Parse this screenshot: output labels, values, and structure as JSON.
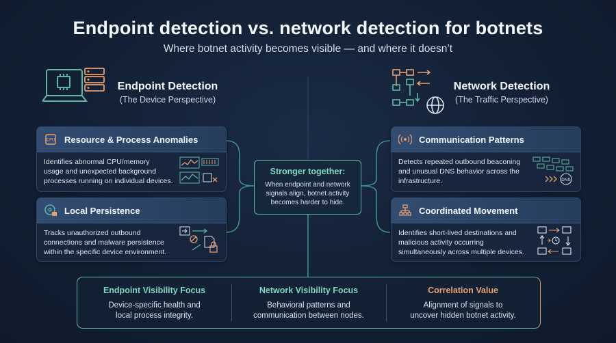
{
  "header": {
    "title": "Endpoint detection vs. network detection for botnets",
    "subtitle": "Where botnet activity becomes visible — and where it doesn’t"
  },
  "endpoint": {
    "title": "Endpoint Detection",
    "subtitle": "(The Device Perspective)",
    "cards": [
      {
        "icon": "cpu-icon",
        "icon_text": "CPU",
        "title": "Resource & Process Anomalies",
        "lines": [
          "Identifies abnormal CPU/memory",
          "usage and unexpected background",
          "processes running on individual devices."
        ]
      },
      {
        "icon": "disk-lock-icon",
        "title": "Local Persistence",
        "lines": [
          "Tracks unauthorized outbound",
          "connections and malware persistence",
          "within the specific device environment."
        ]
      }
    ]
  },
  "network": {
    "title": "Network Detection",
    "subtitle": "(The Traffic Perspective)",
    "cards": [
      {
        "icon": "signal-icon",
        "title": "Communication Patterns",
        "lines": [
          "Detects repeated outbound beaconing",
          "and unusual DNS behavior across the",
          "infrastructure."
        ],
        "art_text": "DNS"
      },
      {
        "icon": "network-tree-icon",
        "title": "Coordinated Movement",
        "lines": [
          "Identifies short-lived destinations and",
          "malicious activity occurring",
          "simultaneously across multiple devices."
        ]
      }
    ]
  },
  "center": {
    "title": "Stronger together:",
    "lines": [
      "When endpoint and network",
      "signals align, botnet activity",
      "becomes harder to hide."
    ]
  },
  "bottom": [
    {
      "title": "Endpoint Visibility Focus",
      "lines": [
        "Device-specific health and",
        "local process integrity."
      ],
      "color": "#7fd7c0"
    },
    {
      "title": "Network Visibility Focus",
      "lines": [
        "Behavioral patterns and",
        "communication between nodes."
      ],
      "color": "#7fd7c0"
    },
    {
      "title": "Correlation Value",
      "lines": [
        "Alignment of signals to",
        "uncover hidden botnet activity."
      ],
      "color": "#e8a06e"
    }
  ],
  "colors": {
    "accent": "#5fb8a3",
    "accent_text": "#7fd7c0",
    "warm": "#e8a06e",
    "background": "#132238"
  }
}
